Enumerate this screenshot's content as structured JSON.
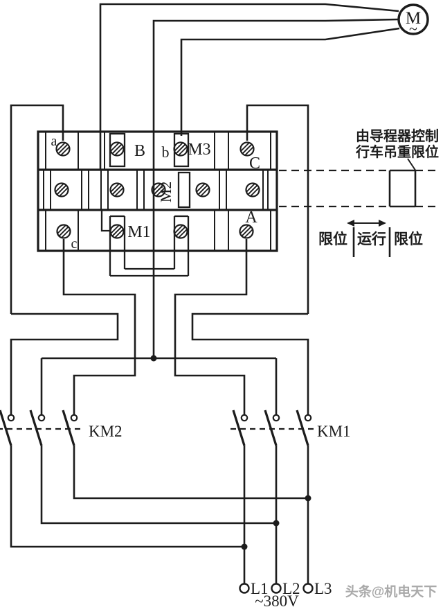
{
  "diagram": {
    "type": "electrical-wiring-schematic",
    "description": "Crane hoist motor limit-control wiring: motor, terminal drum block, two contactors, 3-phase supply",
    "colors": {
      "line": "#1c1c1c",
      "background": "#ffffff",
      "watermark": "#a9a9a9"
    },
    "motor": {
      "symbol": "M",
      "wave": "~"
    },
    "terminal_block": {
      "row1": {
        "a": "a",
        "B": "B",
        "b": "b",
        "M3": "M3",
        "C": "C"
      },
      "row2": {
        "M2": "M2"
      },
      "row3": {
        "c": "c",
        "M1": "M1",
        "A": "A"
      }
    },
    "contactors": {
      "km2": "KM2",
      "km1": "KM1"
    },
    "power": {
      "l1": "L1",
      "l2": "L2",
      "l3": "L3",
      "voltage": "~380V"
    },
    "limit_note": {
      "line1": "由导程器控制",
      "line2": "行车吊重限位"
    },
    "travel_zones": {
      "left": "限位",
      "mid": "运行",
      "right": "限位"
    },
    "watermark": {
      "text": "头条@机电天下"
    }
  }
}
